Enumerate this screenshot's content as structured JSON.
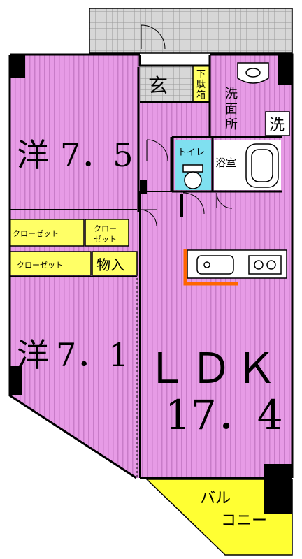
{
  "colors": {
    "room_pink": "#e79be6",
    "stripe": "#c87cc8",
    "wall": "#000000",
    "closet_yellow": "#ffff66",
    "balcony_yellow": "#ffff33",
    "tiled_grey": "#d7d7d7",
    "wet_area_white": "#ffffff",
    "toilet_cyan": "#7fe0f0",
    "kitchen_orange": "#ff6600"
  },
  "rooms": {
    "western_room_1": {
      "prefix": "洋",
      "size": "7．5"
    },
    "western_room_2": {
      "prefix": "洋",
      "size": "7．1"
    },
    "ldk": {
      "name": "ＬＤＫ",
      "size": "17．4"
    },
    "entrance": "玄",
    "shoe_box": [
      "下",
      "駄",
      "箱"
    ],
    "washroom": [
      "洗",
      "面",
      "所"
    ],
    "washer": "洗",
    "toilet": "トイレ",
    "bathroom": "浴室",
    "closet_1": "クローゼット",
    "closet_2": [
      "クロー",
      "ゼット"
    ],
    "closet_3": "クローゼット",
    "storage": "物入",
    "balcony": [
      "バル",
      "コニー"
    ]
  },
  "icons": [
    "sink-icon",
    "stove-icon",
    "toilet-icon",
    "bathtub-icon",
    "washbasin-icon"
  ]
}
